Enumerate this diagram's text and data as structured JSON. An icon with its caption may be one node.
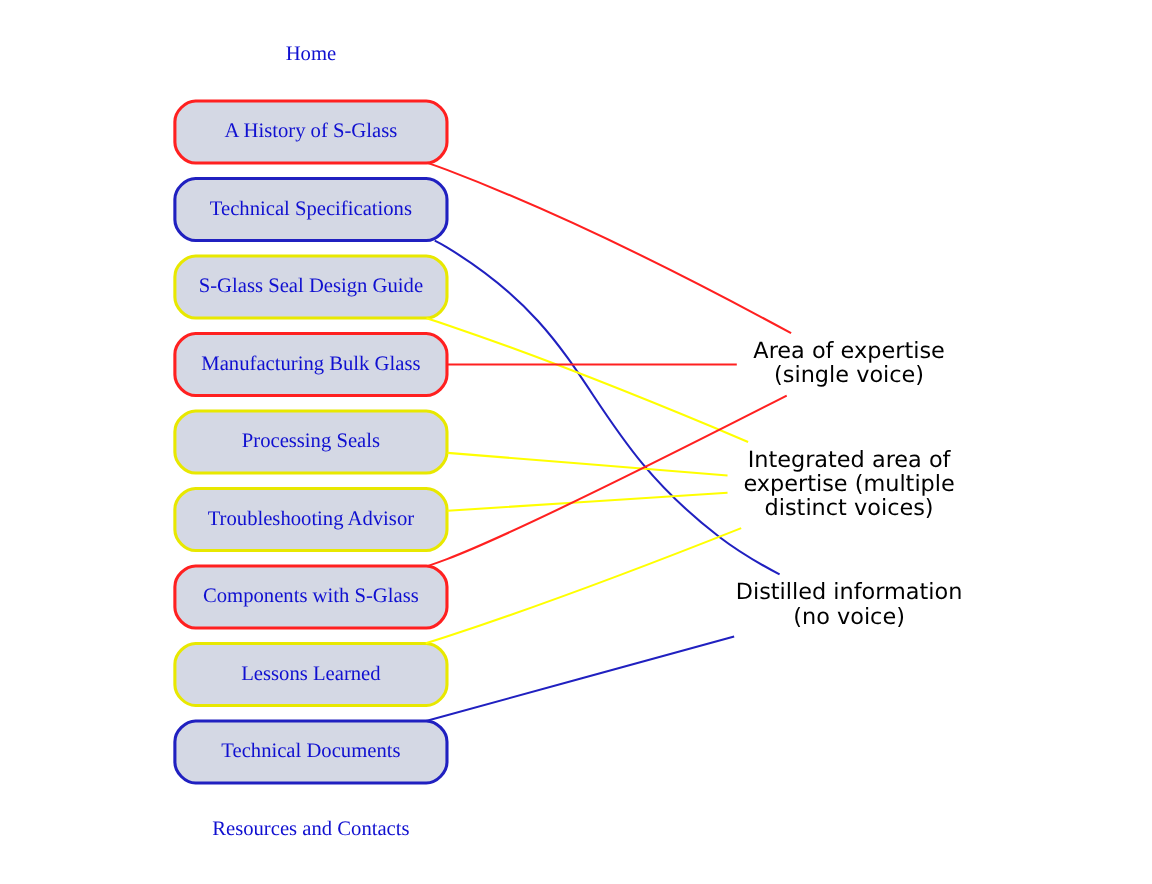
{
  "diagram": {
    "nodes": [
      {
        "text": [
          "A History of S-Glass"
        ]
      },
      {
        "text": [
          "Technical Specifications"
        ]
      },
      {
        "text": [
          "S-Glass Seal Design Guide"
        ]
      },
      {
        "text": [
          "Manufacturing Bulk Glass"
        ]
      },
      {
        "text": [
          "Processing Seals"
        ]
      },
      {
        "text": [
          "Troubleshooting Advisor"
        ]
      },
      {
        "text": [
          "Components with S-Glass"
        ]
      },
      {
        "text": [
          "Lessons Learned"
        ]
      },
      {
        "text": [
          "Technical Documents"
        ]
      },
      {
        "text": [
          "Area of expertise (single voice)"
        ]
      },
      {
        "text": [
          "Integrated area of expertise (multiple distinct voices)"
        ]
      },
      {
        "text": [
          "Distilled information (no voice)"
        ]
      }
    ],
    "edges": [
      {
        "from": 0,
        "to": 9,
        "arrow": "none",
        "color": "#ff2020"
      },
      {
        "from": 3,
        "to": 9,
        "arrow": "none",
        "color": "#ff2020"
      },
      {
        "from": 6,
        "to": 9,
        "arrow": "none",
        "color": "#ff2020"
      },
      {
        "from": 2,
        "to": 10,
        "arrow": "none",
        "color": "#ffff00"
      },
      {
        "from": 4,
        "to": 10,
        "arrow": "none",
        "color": "#ffff00"
      },
      {
        "from": 5,
        "to": 10,
        "arrow": "none",
        "color": "#ffff00"
      },
      {
        "from": 7,
        "to": 10,
        "arrow": "none",
        "color": "#ffff00"
      },
      {
        "from": 1,
        "to": 11,
        "arrow": "none",
        "color": "#2020c0"
      },
      {
        "from": 8,
        "to": 11,
        "arrow": "none",
        "color": "#2020c0"
      }
    ],
    "labels": [
      "Home",
      "Resources and Contacts"
    ]
  }
}
